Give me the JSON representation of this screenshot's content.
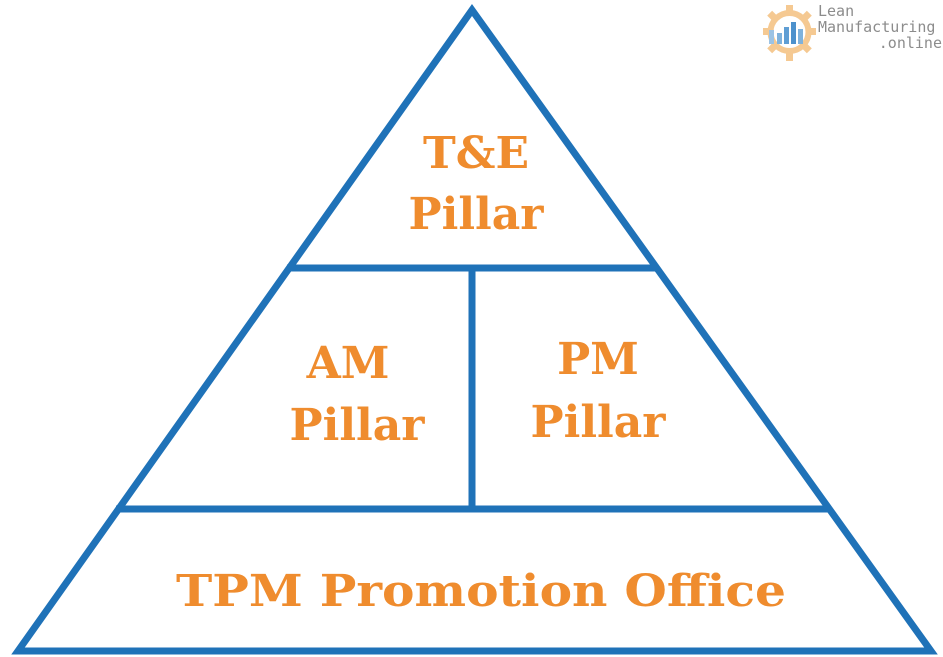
{
  "diagram": {
    "top_block": {
      "line1": "T&E",
      "line2": "Pillar"
    },
    "left_block": {
      "line1": "AM",
      "line2": "Pillar"
    },
    "right_block": {
      "line1": "PM",
      "line2": "Pillar"
    },
    "base_block": {
      "label": "TPM Promotion Office"
    }
  },
  "logo": {
    "line1": "Lean",
    "line2": "Manufacturing",
    "line3": ".online"
  },
  "colors": {
    "outline": "#1f72b8",
    "label": "#ef8c2e",
    "logo_text": "#8c8c8c"
  }
}
